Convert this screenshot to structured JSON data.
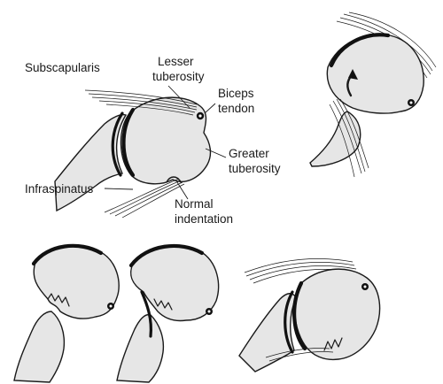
{
  "labels": {
    "subscapularis": "Subscapularis",
    "lesser_tuberosity_1": "Lesser",
    "lesser_tuberosity_2": "tuberosity",
    "biceps_tendon_1": "Biceps",
    "biceps_tendon_2": "tendon",
    "greater_tuberosity_1": "Greater",
    "greater_tuberosity_2": "tuberosity",
    "infraspinatus": "Infraspinatus",
    "normal_indentation_1": "Normal",
    "normal_indentation_2": "indentation"
  }
}
